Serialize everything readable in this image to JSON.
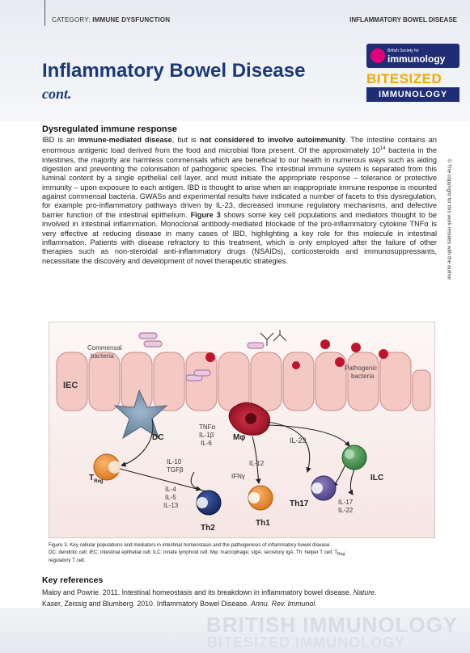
{
  "header": {
    "category_prefix": "CATEGORY:",
    "category": "IMMUNE DYSFUNCTION",
    "right_label": "INFLAMMATORY BOWEL DISEASE",
    "title": "Inflammatory Bowel Disease",
    "subtitle": "cont."
  },
  "logo": {
    "small_text": "British Society for",
    "name": "immunology",
    "bitesized": "BITESIZED",
    "immunology": "IMMUNOLOGY"
  },
  "section": {
    "heading": "Dysregulated immune response",
    "p_start": "IBD is an ",
    "bold1": "immune-mediated disease",
    "p_mid": ", but is ",
    "bold2": "not considered to involve autoimmunity",
    "p_rest1": ". The intestine contains an enormous antigenic load derived from the food and microbial flora present. Of the approximately 10",
    "sup": "14",
    "p_rest2": " bacteria in the intestines, the majority are harmless commensals which are beneficial to our health in numerous ways such as aiding digestion and preventing the colonisation of pathogenic species. The intestinal immune system is separated from this luminal content by a single epithelial cell layer, and must initiate the appropriate response – tolerance or protective immunity – upon exposure to each antigen. IBD is thought to arise when an inappropriate immune response is mounted against commensal bacteria. GWASs and experimental results have indicated a number of facets to this dysregulation, for example pro-inflammatory pathways driven by IL-23, decreased immune regulatory mechanisms, and defective barrier function of the intestinal epithelium. ",
    "fig_ref": "Figure 3",
    "p_rest3": " shows some key cell populations and mediators thought to be involved in intestinal inflammation. Monoclonal antibody-mediated blockade of the pro-inflammatory cytokine TNFα is very effective at reducing disease in many cases of IBD, highlighting a key role for this molecule in intestinal inflammation. Patients with disease refractory to this treatment, which is only employed after the failure of other therapies such as non-steroidal anti-inflammatory drugs (NSAIDs), corticosteroids and immunosuppressants, necessitate the discovery and development of novel therapeutic strategies."
  },
  "copyright": "© The copyright for this work resides with the author",
  "figure": {
    "commensal": [
      "Commensal",
      "bacteria"
    ],
    "pathogenic": [
      "Pathogenic",
      "bacteria"
    ],
    "iec": "IEC",
    "dc": "DC",
    "treg": "T",
    "treg_sub": "Reg",
    "mphi": "Mφ",
    "tnf": [
      "TNFα",
      "IL-1β",
      "IL-6"
    ],
    "il23": "IL-23",
    "il10": [
      "IL-10",
      "TGFβ"
    ],
    "il12": "IL-12",
    "ifng": "IFNγ",
    "ilc": "ILC",
    "il4": [
      "IL-4",
      "IL-5",
      "IL-13"
    ],
    "th17": "Th17",
    "il17": [
      "IL-17",
      "IL-22"
    ],
    "th2": "Th2",
    "th1": "Th1"
  },
  "caption": {
    "line1": "Figure 3. Key cellular populations and mediators in intestinal homeostasis and the pathogenesis of inflammatory bowel disease .",
    "line2": "DC: dendritic cell; IEC: intestinal epithelial cell; ILC: innate lymphoid cell; Mφ: macrophage; sIgA: secretory IgA; Th: helper T cell; T",
    "line2_sub": "Reg",
    "line2_end": ":",
    "line3": "regulatory T cell."
  },
  "references": {
    "heading": "Key references",
    "ref1_text": "Maloy and Powrie. 2011. Intestinal homeostasis and its breakdown in inflammatory bowel disease. ",
    "ref1_journal": "Nature",
    "ref1_end": ".",
    "ref2_text": "Kaser, Zeissig and Blumberg. 2010. Inflammatory Bowel Disease. ",
    "ref2_journal": "Annu. Rev. Immunol",
    "ref2_end": "."
  },
  "footer": {
    "watermark1": "BRITISH IMMUNOLOGY",
    "watermark2": "BITESIZED IMMUNOLOGY"
  },
  "colors": {
    "title_blue": "#1a3a78",
    "brand_navy": "#1f2d75",
    "brand_orange": "#f5a800",
    "cell_pink": "#f4c9c4",
    "bacteria_red": "#c0142a"
  }
}
